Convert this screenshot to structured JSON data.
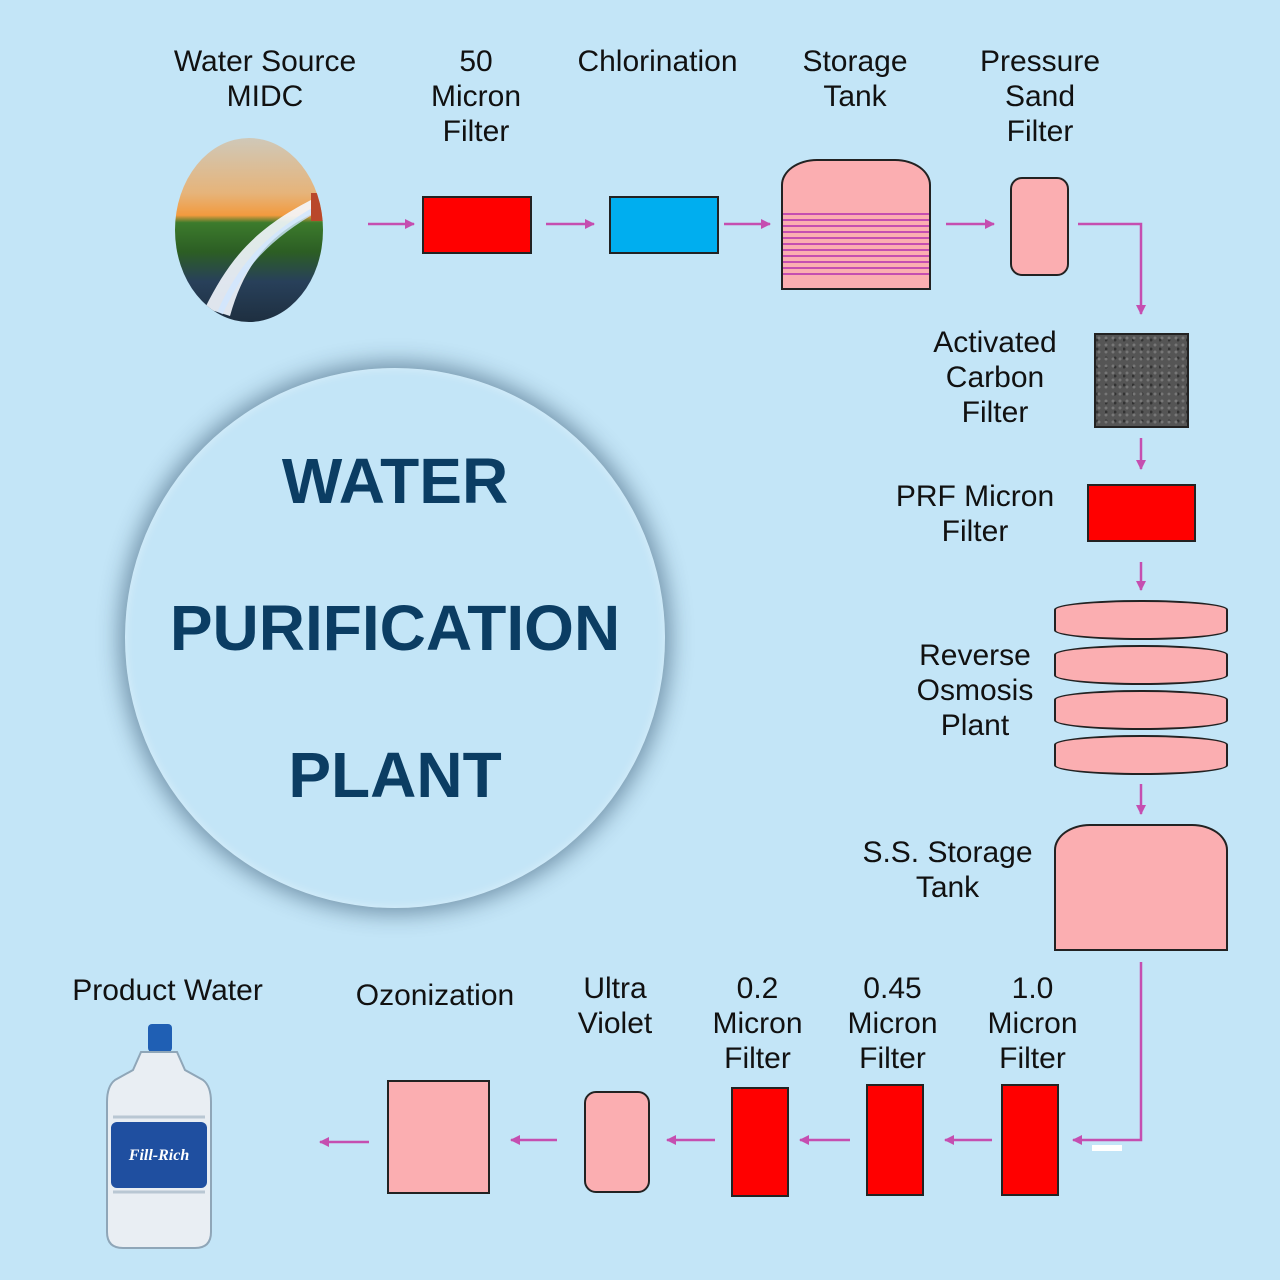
{
  "title": {
    "line1": "WATER",
    "line2": "PURIFICATION",
    "line3": "PLANT"
  },
  "stages": {
    "source": "Water Source\nMIDC",
    "micron50": "50\nMicron\nFilter",
    "chlorination": "Chlorination",
    "storage": "Storage\nTank",
    "sand": "Pressure\nSand\nFilter",
    "carbon": "Activated\nCarbon\nFilter",
    "prf": "PRF Micron\nFilter",
    "ro": "Reverse\nOsmosis\nPlant",
    "ss": "S.S. Storage\nTank",
    "m10": "1.0\nMicron\nFilter",
    "m045": "0.45\nMicron\nFilter",
    "m02": "0.2\nMicron\nFilter",
    "uv": "Ultra\nViolet",
    "ozone": "Ozonization",
    "product": "Product Water"
  },
  "bottle_brand": "Fill-Rich",
  "colors": {
    "background": "#c3e5f7",
    "arrow": "#c54eb0",
    "filter_red": "#ff0000",
    "tank_pink": "#fbaeb1",
    "chlorination_blue": "#00aeef",
    "title": "#0b3d63"
  }
}
